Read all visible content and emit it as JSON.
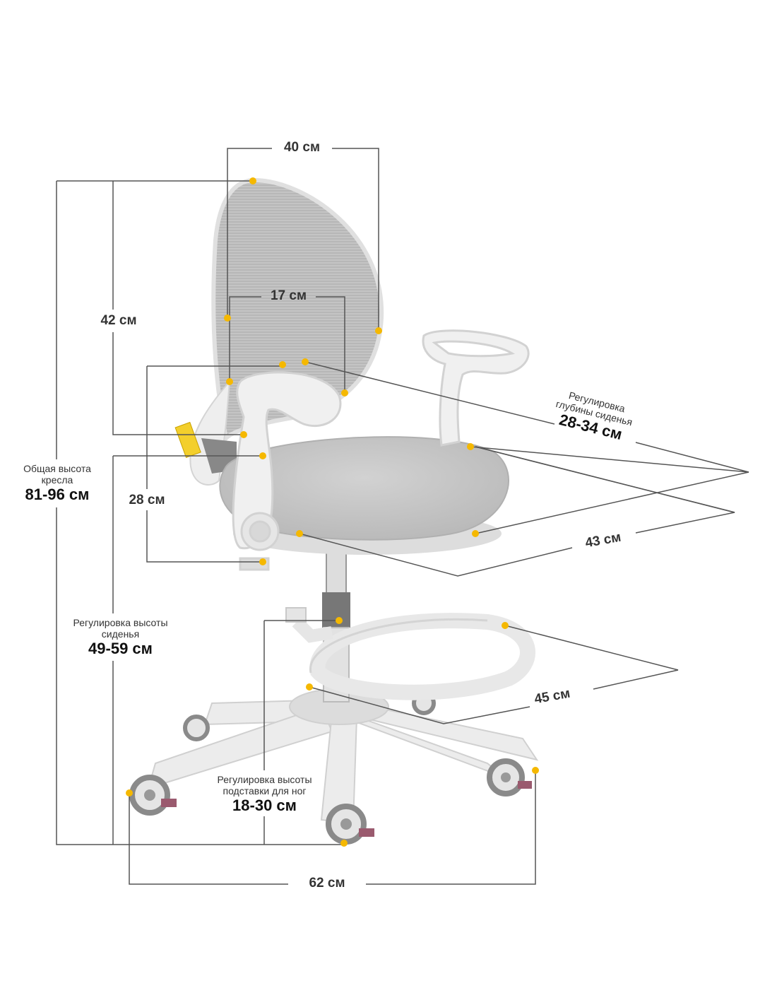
{
  "diagram": {
    "dimensions": {
      "backrest_width": "40 см",
      "backrest_height": "42 см",
      "backrest_inner": "17 см",
      "armrest_height": "28 см",
      "seat_width": "43 см",
      "footrest_width": "45 см",
      "base_width": "62 см"
    },
    "adjustments": {
      "seat_depth_caption_line1": "Регулировка",
      "seat_depth_caption_line2": "глубины сиденья",
      "seat_depth_value": "28-34 см",
      "total_height_line1": "Общая высота",
      "total_height_line2": "кресла",
      "total_height_value": "81-96 см",
      "seat_height_line1": "Регулировка высоты",
      "seat_height_line2": "сиденья",
      "seat_height_value": "49-59 см",
      "footrest_height_line1": "Регулировка высоты",
      "footrest_height_line2": "подставки для ног",
      "footrest_height_value": "18-30 см"
    },
    "colors": {
      "marker": "#f5b800",
      "dimension_line": "#555555",
      "mesh": "#bdbdbd",
      "seat": "#c9c9c9",
      "frame": "#eeeeee"
    }
  }
}
